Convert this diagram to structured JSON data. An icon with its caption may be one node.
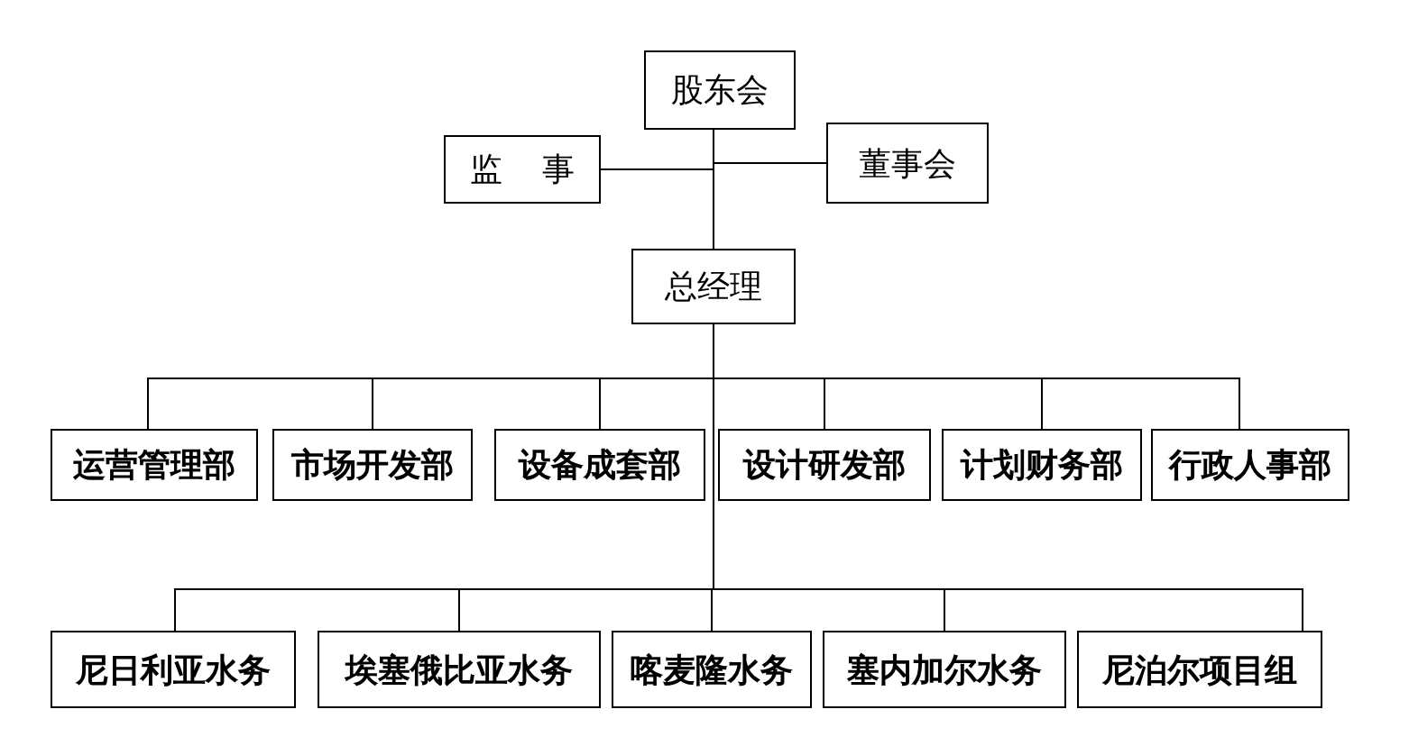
{
  "diagram": {
    "nodes": [
      {
        "text": [
          "股东会"
        ]
      },
      {
        "text": [
          "监事"
        ]
      },
      {
        "text": [
          "董事会"
        ]
      },
      {
        "text": [
          "总经理"
        ]
      },
      {
        "text": [
          "运营管理部"
        ]
      },
      {
        "text": [
          "市场开发部"
        ]
      },
      {
        "text": [
          "设备成套部"
        ]
      },
      {
        "text": [
          "设计研发部"
        ]
      },
      {
        "text": [
          "计划财务部"
        ]
      },
      {
        "text": [
          "行政人事部"
        ]
      },
      {
        "text": [
          "尼日利亚水务"
        ]
      },
      {
        "text": [
          "埃塞俄比亚水务"
        ]
      },
      {
        "text": [
          "喀麦隆水务"
        ]
      },
      {
        "text": [
          "塞内加尔水务"
        ]
      },
      {
        "text": [
          "尼泊尔项目组"
        ]
      }
    ],
    "edges": [
      {
        "from": 0,
        "to": 1,
        "arrow": "none"
      },
      {
        "from": 0,
        "to": 2,
        "arrow": "none"
      },
      {
        "from": 0,
        "to": 3,
        "arrow": "none"
      },
      {
        "from": 3,
        "to": 4,
        "arrow": "none"
      },
      {
        "from": 3,
        "to": 5,
        "arrow": "none"
      },
      {
        "from": 3,
        "to": 6,
        "arrow": "none"
      },
      {
        "from": 3,
        "to": 7,
        "arrow": "none"
      },
      {
        "from": 3,
        "to": 8,
        "arrow": "none"
      },
      {
        "from": 3,
        "to": 9,
        "arrow": "none"
      },
      {
        "from": 3,
        "to": 10,
        "arrow": "none"
      },
      {
        "from": 3,
        "to": 11,
        "arrow": "none"
      },
      {
        "from": 3,
        "to": 12,
        "arrow": "none"
      },
      {
        "from": 3,
        "to": 13,
        "arrow": "none"
      },
      {
        "from": 3,
        "to": 14,
        "arrow": "none"
      }
    ]
  }
}
